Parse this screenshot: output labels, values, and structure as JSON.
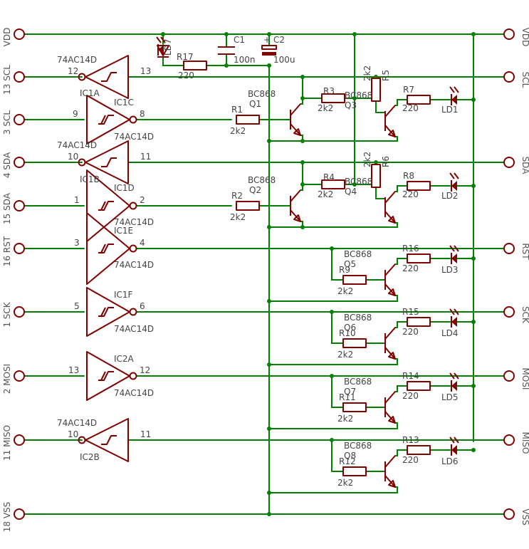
{
  "left_connectors": [
    {
      "label": "VDD"
    },
    {
      "label": "13 SCL"
    },
    {
      "label": "3 SCL"
    },
    {
      "label": "4 SDA"
    },
    {
      "label": "15 SDA"
    },
    {
      "label": "16 RST"
    },
    {
      "label": "1 SCK"
    },
    {
      "label": "2 MOSI"
    },
    {
      "label": "11 MISO"
    },
    {
      "label": "18 VSS"
    }
  ],
  "right_connectors": [
    {
      "label": "VDD"
    },
    {
      "label": "SCL"
    },
    {
      "label": "SDA"
    },
    {
      "label": "RST"
    },
    {
      "label": "SCK"
    },
    {
      "label": "MOSI"
    },
    {
      "label": "MISO"
    },
    {
      "label": "VSS"
    }
  ],
  "gates": [
    {
      "name": "IC1A",
      "part": "74AC14D",
      "pin_in": "12",
      "pin_out": "13"
    },
    {
      "name": "IC1C",
      "part": "74AC14D",
      "pin_in": "9",
      "pin_out": "8"
    },
    {
      "name": "IC1B",
      "part": "74AC14D",
      "pin_in": "10",
      "pin_out": "11"
    },
    {
      "name": "IC1D",
      "part": "74AC14D",
      "pin_in": "1",
      "pin_out": "2"
    },
    {
      "name": "IC1E",
      "part": "74AC14D",
      "pin_in": "3",
      "pin_out": "4"
    },
    {
      "name": "IC1F",
      "part": "74AC14D",
      "pin_in": "5",
      "pin_out": "6"
    },
    {
      "name": "IC2A",
      "part": "74AC14D",
      "pin_in": "13",
      "pin_out": "12"
    },
    {
      "name": "IC2B",
      "part": "74AC14D",
      "pin_in": "10",
      "pin_out": "11"
    }
  ],
  "power": {
    "ldr": "LD7",
    "r17": {
      "name": "R17",
      "value": "220"
    },
    "c1": {
      "name": "C1",
      "value": "100n"
    },
    "c2": {
      "name": "C2",
      "value": "100u"
    }
  },
  "drivers": [
    {
      "q": "Q1",
      "type": "BC868",
      "rb": "R1",
      "rb_val": "2k2",
      "q2": "Q3",
      "q2_type": "BC868",
      "rc": "R3",
      "rc_val": "2k2",
      "rp": "R5",
      "rp_val": "2k2",
      "rl": "R7",
      "rl_val": "220",
      "led": "LD1"
    },
    {
      "q": "Q2",
      "type": "BC868",
      "rb": "R2",
      "rb_val": "2k2",
      "q2": "Q4",
      "q2_type": "BC868",
      "rc": "R4",
      "rc_val": "2k2",
      "rp": "R6",
      "rp_val": "2k2",
      "rl": "R8",
      "rl_val": "220",
      "led": "LD2"
    }
  ],
  "indicators": [
    {
      "q": "Q5",
      "type": "BC868",
      "rb": "R9",
      "rb_val": "2k2",
      "rl": "R16",
      "rl_val": "220",
      "led": "LD3"
    },
    {
      "q": "Q6",
      "type": "BC868",
      "rb": "R10",
      "rb_val": "2k2",
      "rl": "R15",
      "rl_val": "220",
      "led": "LD4"
    },
    {
      "q": "Q7",
      "type": "BC868",
      "rb": "R11",
      "rb_val": "2k2",
      "rl": "R14",
      "rl_val": "220",
      "led": "LD5"
    },
    {
      "q": "Q8",
      "type": "BC868",
      "rb": "R12",
      "rb_val": "2k2",
      "rl": "R13",
      "rl_val": "220",
      "led": "LD6"
    }
  ]
}
